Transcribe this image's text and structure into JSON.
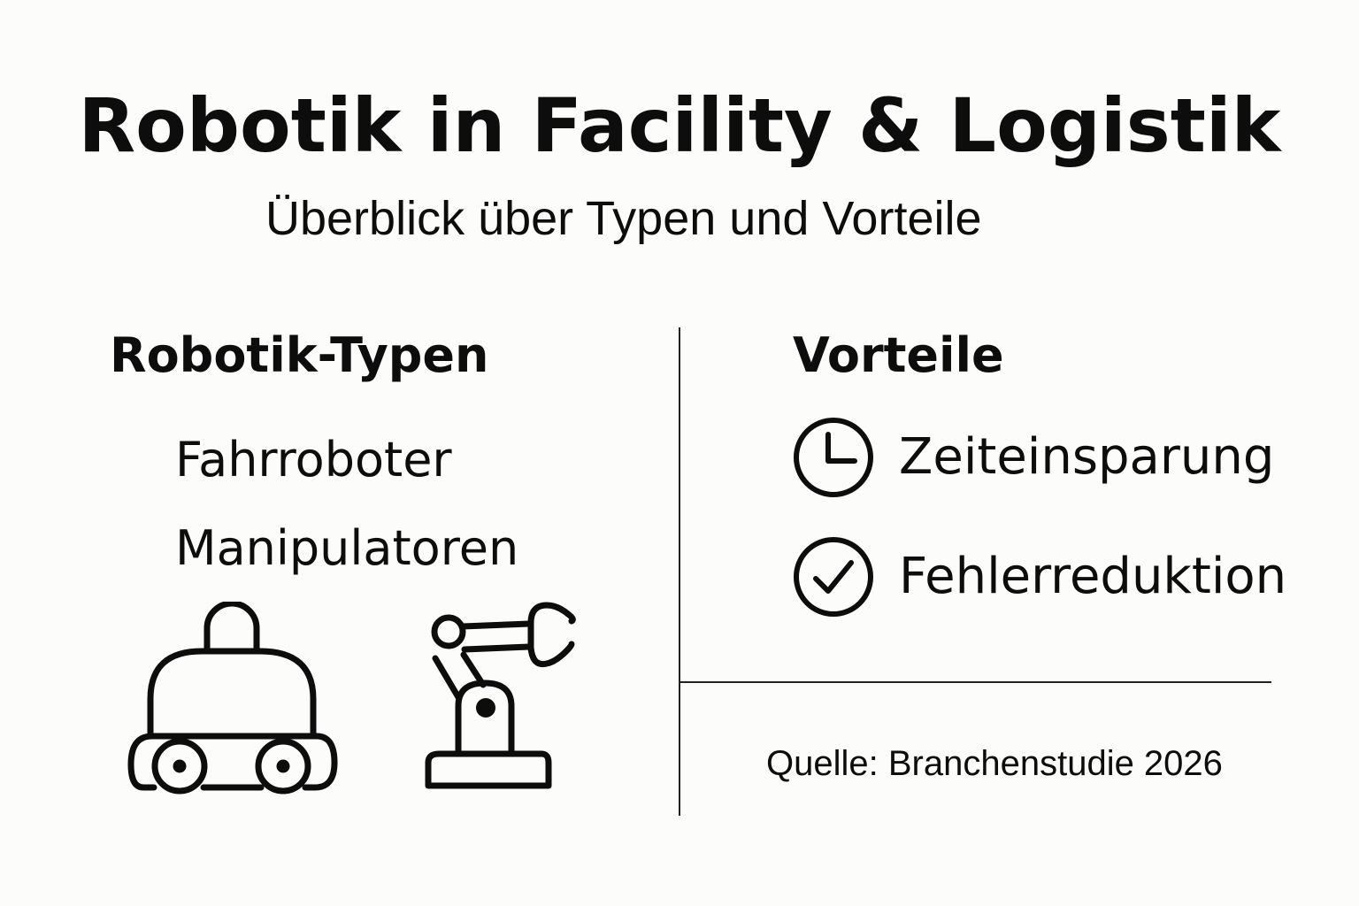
{
  "header": {
    "title": "Robotik in Facility & Logistik",
    "subtitle": "Überblick über Typen und Vorteile"
  },
  "left_panel": {
    "heading": "Robotik-Typen",
    "items": [
      {
        "label": "Fahrroboter",
        "icon": "mobile-robot-icon"
      },
      {
        "label": "Manipulatoren",
        "icon": "robot-arm-icon"
      }
    ]
  },
  "right_panel": {
    "heading": "Vorteile",
    "items": [
      {
        "label": "Zeiteinsparung",
        "icon": "clock-icon"
      },
      {
        "label": "Fehlerreduktion",
        "icon": "check-circle-icon"
      }
    ]
  },
  "footer": {
    "source": "Quelle: Branchenstudie 2026"
  },
  "colors": {
    "background": "#fcfcfa",
    "ink": "#0d0d0d"
  }
}
